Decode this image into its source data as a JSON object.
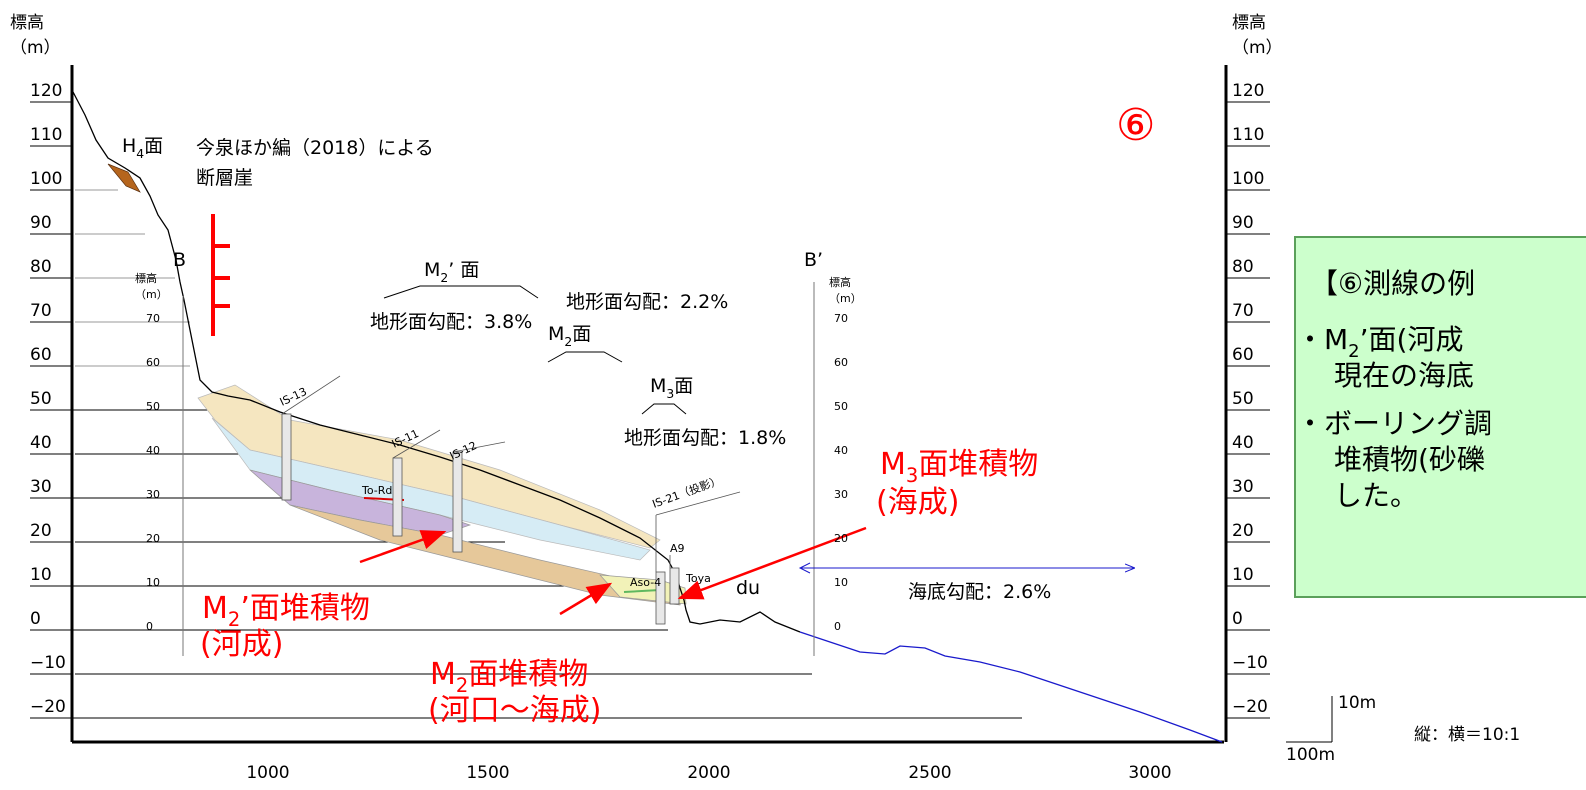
{
  "axis": {
    "unit_label_1": "標高",
    "unit_label_2": "（m）",
    "y_ticks": [
      "120",
      "110",
      "100",
      "90",
      "80",
      "70",
      "60",
      "50",
      "40",
      "30",
      "20",
      "10",
      "0",
      "−10",
      "−20"
    ],
    "x_ticks": [
      "1000",
      "1500",
      "2000",
      "2500",
      "3000"
    ]
  },
  "inset_axis": {
    "title_1": "標高",
    "title_2": "（m）",
    "ticks": [
      "70",
      "60",
      "50",
      "40",
      "30",
      "20",
      "10",
      "0"
    ]
  },
  "labels": {
    "section_no": "⑥",
    "h4_main": "H",
    "h4_sub": "4",
    "h4_tail": "面",
    "fault_ref_1": "今泉ほか編（2018）による",
    "fault_ref_2": "断層崖",
    "b_start": "B",
    "b_end": "B’",
    "m2p_main": "M",
    "m2p_sub": "2",
    "m2p_tail": "’ 面",
    "slope_m2p": "地形面勾配：3.8%",
    "slope_m2": "地形面勾配：2.2%",
    "m2_main": "M",
    "m2_sub": "2",
    "m2_tail": "面",
    "m3_main": "M",
    "m3_sub": "3",
    "m3_tail": "面",
    "slope_m3": "地形面勾配：1.8%",
    "seabed_slope": "海底勾配：2.6%",
    "du": "du",
    "scale_v": "10m",
    "scale_h": "100m",
    "ratio": "縦：横＝10:1"
  },
  "boreholes": {
    "is13": "IS-13",
    "is11": "IS-11",
    "is12": "IS-12",
    "is21": "IS-21（投影）",
    "a9": "A9",
    "aso4": "Aso-4",
    "tord": "To-Rd",
    "toya": "Toya"
  },
  "deposits": {
    "m3_1a": "M",
    "m3_1b": "3",
    "m3_1c": "面堆積物",
    "m3_2": "(海成)",
    "m2p_1a": "M",
    "m2p_1b": "2",
    "m2p_1c": "’面堆積物",
    "m2p_2": "(河成)",
    "m2_1a": "M",
    "m2_1b": "2",
    "m2_1c": "面堆積物",
    "m2_2": "(河口～海成)"
  },
  "info_box": {
    "title": "【⑥測線の例",
    "line1_a": "・M",
    "line1_b": "2",
    "line1_c": "’面(河成",
    "line2": "現在の海底",
    "line3": "・ボーリング調",
    "line4": "堆積物(砂礫",
    "line5": "した。"
  },
  "colors": {
    "red": "#ff0000",
    "seabed": "#1a1acc",
    "box_bg": "#ccffcc"
  }
}
